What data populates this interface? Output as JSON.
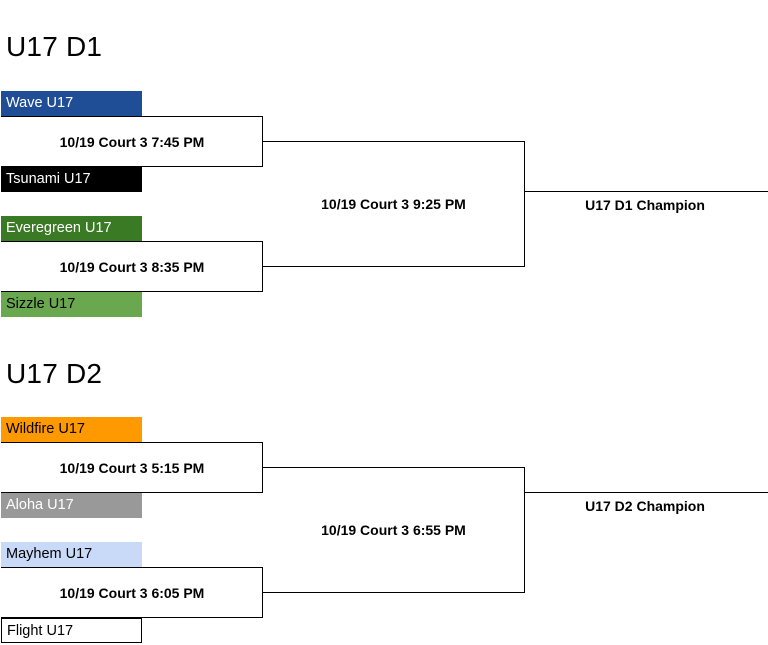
{
  "brackets": [
    {
      "title": "U17 D1",
      "teams": [
        {
          "name": "Wave U17",
          "bg": "#1f4e96",
          "fg": "#ffffff"
        },
        {
          "name": "Tsunami U17",
          "bg": "#000000",
          "fg": "#ffffff"
        },
        {
          "name": "Everegreen U17",
          "bg": "#3b7a24",
          "fg": "#ffffff"
        },
        {
          "name": "Sizzle U17",
          "bg": "#69a84f",
          "fg": "#000000"
        }
      ],
      "games": [
        "10/19 Court 3 7:45 PM",
        "10/19 Court 3 8:35 PM"
      ],
      "final": "10/19 Court 3 9:25 PM",
      "champion": "U17 D1 Champion"
    },
    {
      "title": "U17 D2",
      "teams": [
        {
          "name": "Wildfire U17",
          "bg": "#ff9900",
          "fg": "#000000"
        },
        {
          "name": "Aloha U17",
          "bg": "#999999",
          "fg": "#ffffff"
        },
        {
          "name": "Mayhem U17",
          "bg": "#c9daf8",
          "fg": "#000000"
        },
        {
          "name": "Flight U17",
          "bg": "#ffffff",
          "fg": "#000000",
          "border": "#000000"
        }
      ],
      "games": [
        "10/19 Court 3 5:15 PM",
        "10/19 Court 3 6:05 PM"
      ],
      "final": "10/19 Court 3 6:55 PM",
      "champion": "U17 D2 Champion"
    }
  ]
}
